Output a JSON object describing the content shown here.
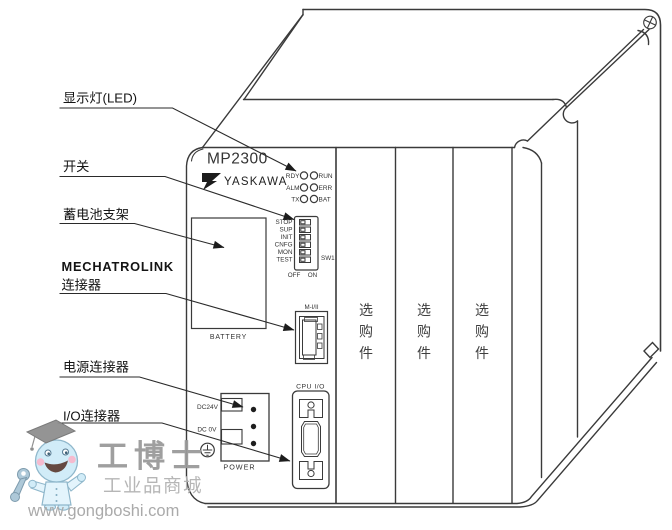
{
  "figure": {
    "model": "MP2300",
    "brand": "YASKAWA"
  },
  "callouts": {
    "led": "显示灯(LED)",
    "switch": "开关",
    "battery_holder": "蓄电池支架",
    "mechatrolink_line1": "MECHATROLINK",
    "mechatrolink_line2": "连接器",
    "power_connector": "电源连接器",
    "io_connector": "I/O连接器"
  },
  "panel": {
    "led_left": [
      "RDY",
      "ALM",
      "TX"
    ],
    "led_right": [
      "RUN",
      "ERR",
      "BAT"
    ],
    "dip_labels": [
      "STOP",
      "SUP",
      "INIT",
      "CNFG",
      "MON",
      "TEST"
    ],
    "dip_switch_name": "SW1",
    "dip_off": "OFF",
    "dip_on": "ON",
    "battery": "BATTERY",
    "mechatrolink_port": "M-I/II",
    "power_dc24v": "DC24V",
    "power_dc0v": "DC 0V",
    "power": "POWER",
    "cpu_io": "CPU I/O",
    "option_label": "选购件",
    "option_chars": [
      "选",
      "购",
      "件"
    ]
  },
  "watermark": {
    "brand": "工博士",
    "tagline": "工业品商城",
    "url": "www.gongboshi.com"
  },
  "colors": {
    "line": "#3a3a3a",
    "text": "#141414",
    "watermark_gray": "#9a9a9a",
    "mascot_blue": "#cfecf8",
    "mascot_pink": "#f5b8cd"
  }
}
